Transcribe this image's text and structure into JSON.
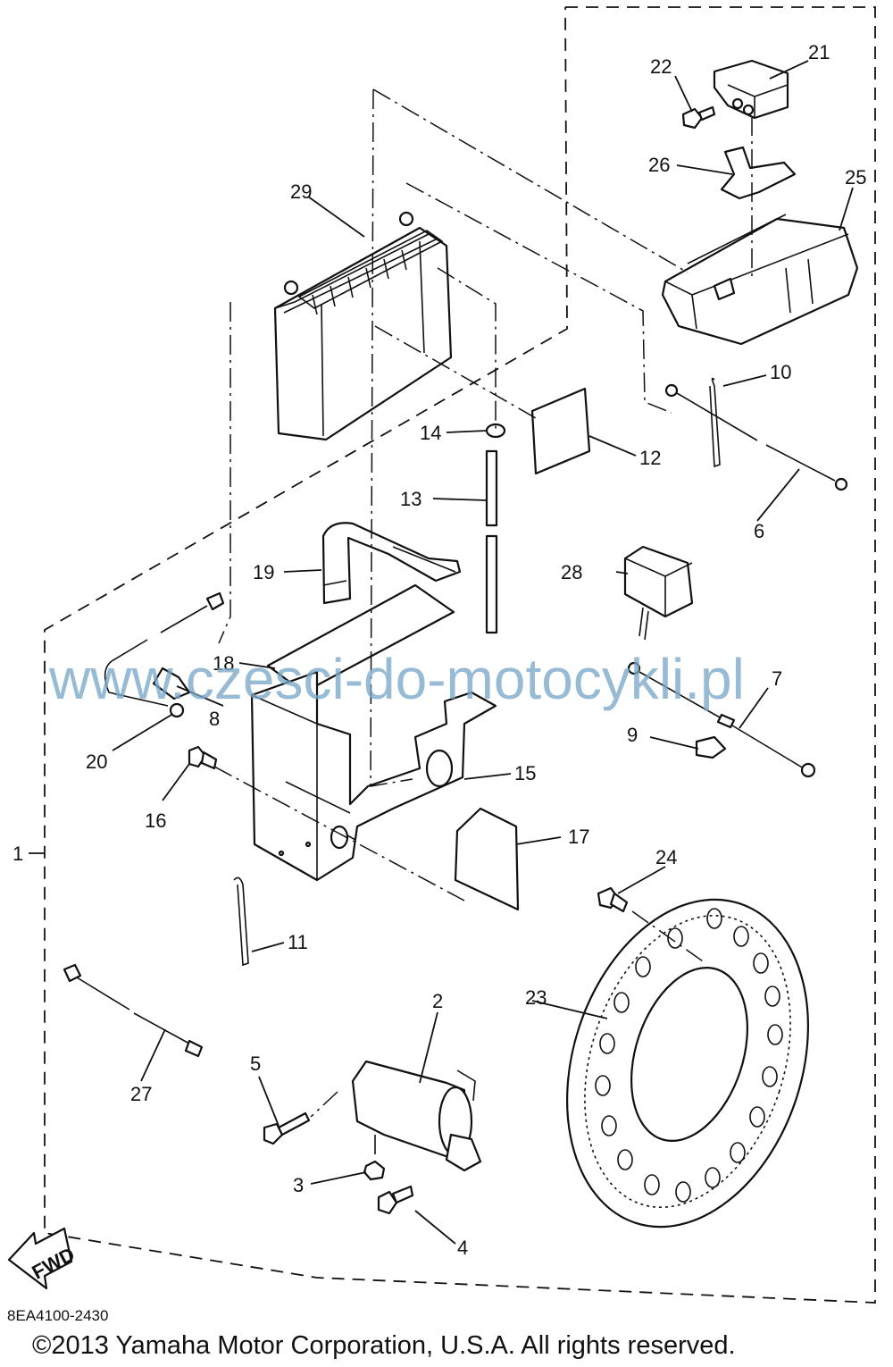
{
  "diagram": {
    "part_numbers": [
      "1",
      "2",
      "3",
      "4",
      "5",
      "6",
      "7",
      "8",
      "9",
      "10",
      "11",
      "12",
      "13",
      "14",
      "15",
      "16",
      "17",
      "18",
      "19",
      "20",
      "21",
      "22",
      "23",
      "24",
      "25",
      "26",
      "27",
      "28",
      "29"
    ],
    "fwd_label": "FWD",
    "watermark": "www.czesci-do-motocykli.pl",
    "figure_code": "8EA4100-2430",
    "copyright": "©2013 Yamaha Motor Corporation, U.S.A. All rights reserved."
  }
}
